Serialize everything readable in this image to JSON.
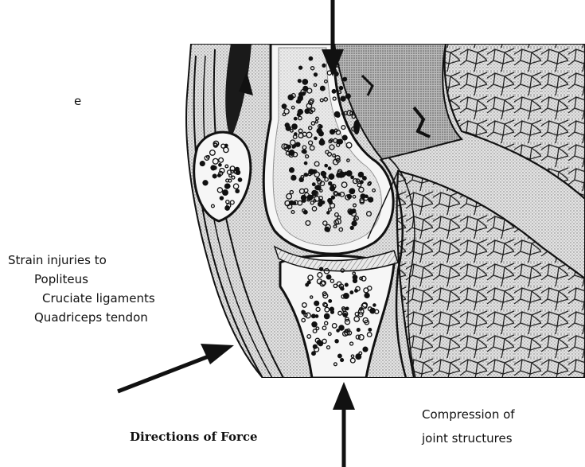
{
  "labels": {
    "stray_letter": "e",
    "strain_heading": "Strain  injuries  to",
    "strain_items": [
      "Popliteus",
      "Cruciate  ligaments",
      "Quadriceps  tendon"
    ],
    "compression_line1": "Compression  of",
    "compression_line2": "joint    structures",
    "directions_caption": "Directions of Force"
  },
  "colors": {
    "ink": "#111111",
    "stipple_light": "#d9d9d9",
    "stipple_dark": "#a8a8a8",
    "paper": "#ffffff"
  }
}
